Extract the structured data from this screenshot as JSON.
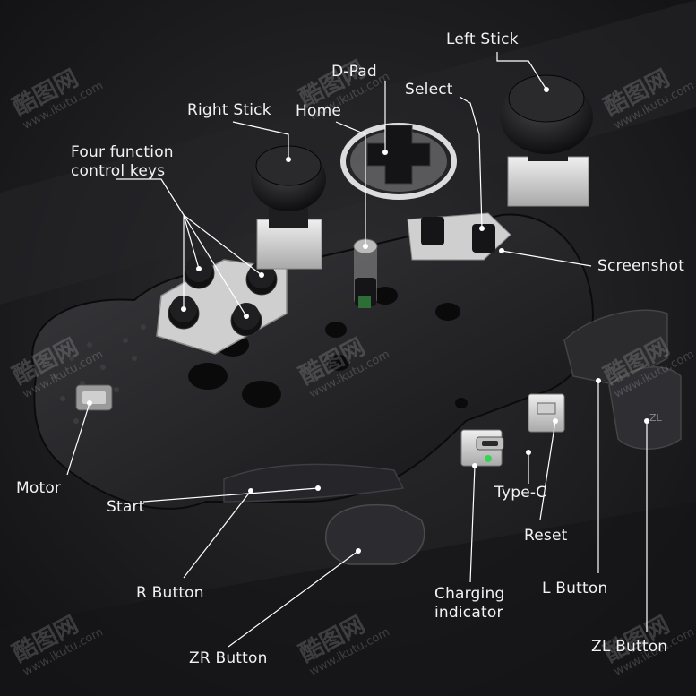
{
  "labels": {
    "left_stick": "Left Stick",
    "d_pad": "D-Pad",
    "select": "Select",
    "right_stick": "Right Stick",
    "home": "Home",
    "four_function": "Four function\ncontrol keys",
    "screenshot": "Screenshot",
    "motor": "Motor",
    "start": "Start",
    "type_c": "Type-C",
    "reset": "Reset",
    "r_button": "R Button",
    "charging": "Charging\nindicator",
    "l_button": "L Button",
    "zr_button": "ZR Button",
    "zl_button": "ZL Button"
  },
  "watermark": {
    "brand": "酷图网",
    "url": "www.ikutu.com"
  },
  "colors": {
    "background": "#1b1b1d",
    "shell": "#2a2a2d",
    "component_light": "#d9d9d9",
    "leader_line": "#ffffff",
    "charging_led": "#39d353"
  }
}
